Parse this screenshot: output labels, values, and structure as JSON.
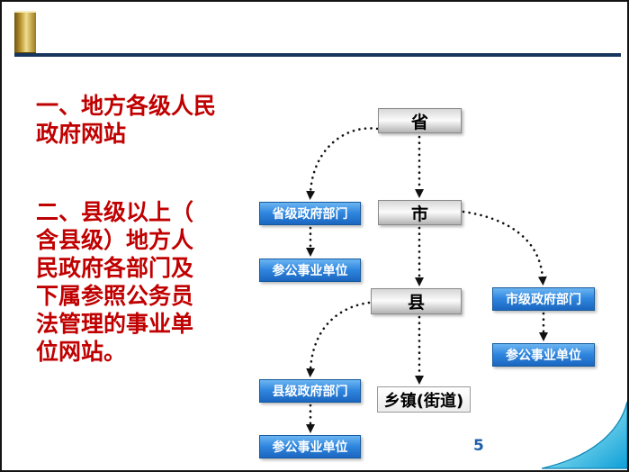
{
  "slide": {
    "page_number": "5"
  },
  "left_panel": {
    "item1_lines": [
      "一、地方各级人民",
      "政府网站"
    ],
    "item2_lines": [
      "二、县级以上（",
      "含县级）地方人",
      "民政府各部门及",
      "下属参照公务员",
      "法管理的事业单",
      "位网站。"
    ]
  },
  "diagram": {
    "nodes": {
      "province": {
        "label": "省"
      },
      "city": {
        "label": "市"
      },
      "county": {
        "label": "县"
      },
      "township": {
        "label": "乡镇(街道)"
      },
      "prov_dept": {
        "label": "省级政府部门"
      },
      "prov_inst": {
        "label": "参公事业单位"
      },
      "city_dept": {
        "label": "市级政府部门"
      },
      "city_inst": {
        "label": "参公事业单位"
      },
      "county_dept": {
        "label": "县级政府部门"
      },
      "county_inst": {
        "label": "参公事业单位"
      }
    }
  },
  "colors": {
    "heading_red": "#C00000",
    "node_blue": "#2F86DE",
    "divider_navy": "#17365D",
    "accent_gold": "#C8A13B",
    "corner_cyan": "#0D9FD8",
    "page_number_blue": "#1F5FA8"
  }
}
